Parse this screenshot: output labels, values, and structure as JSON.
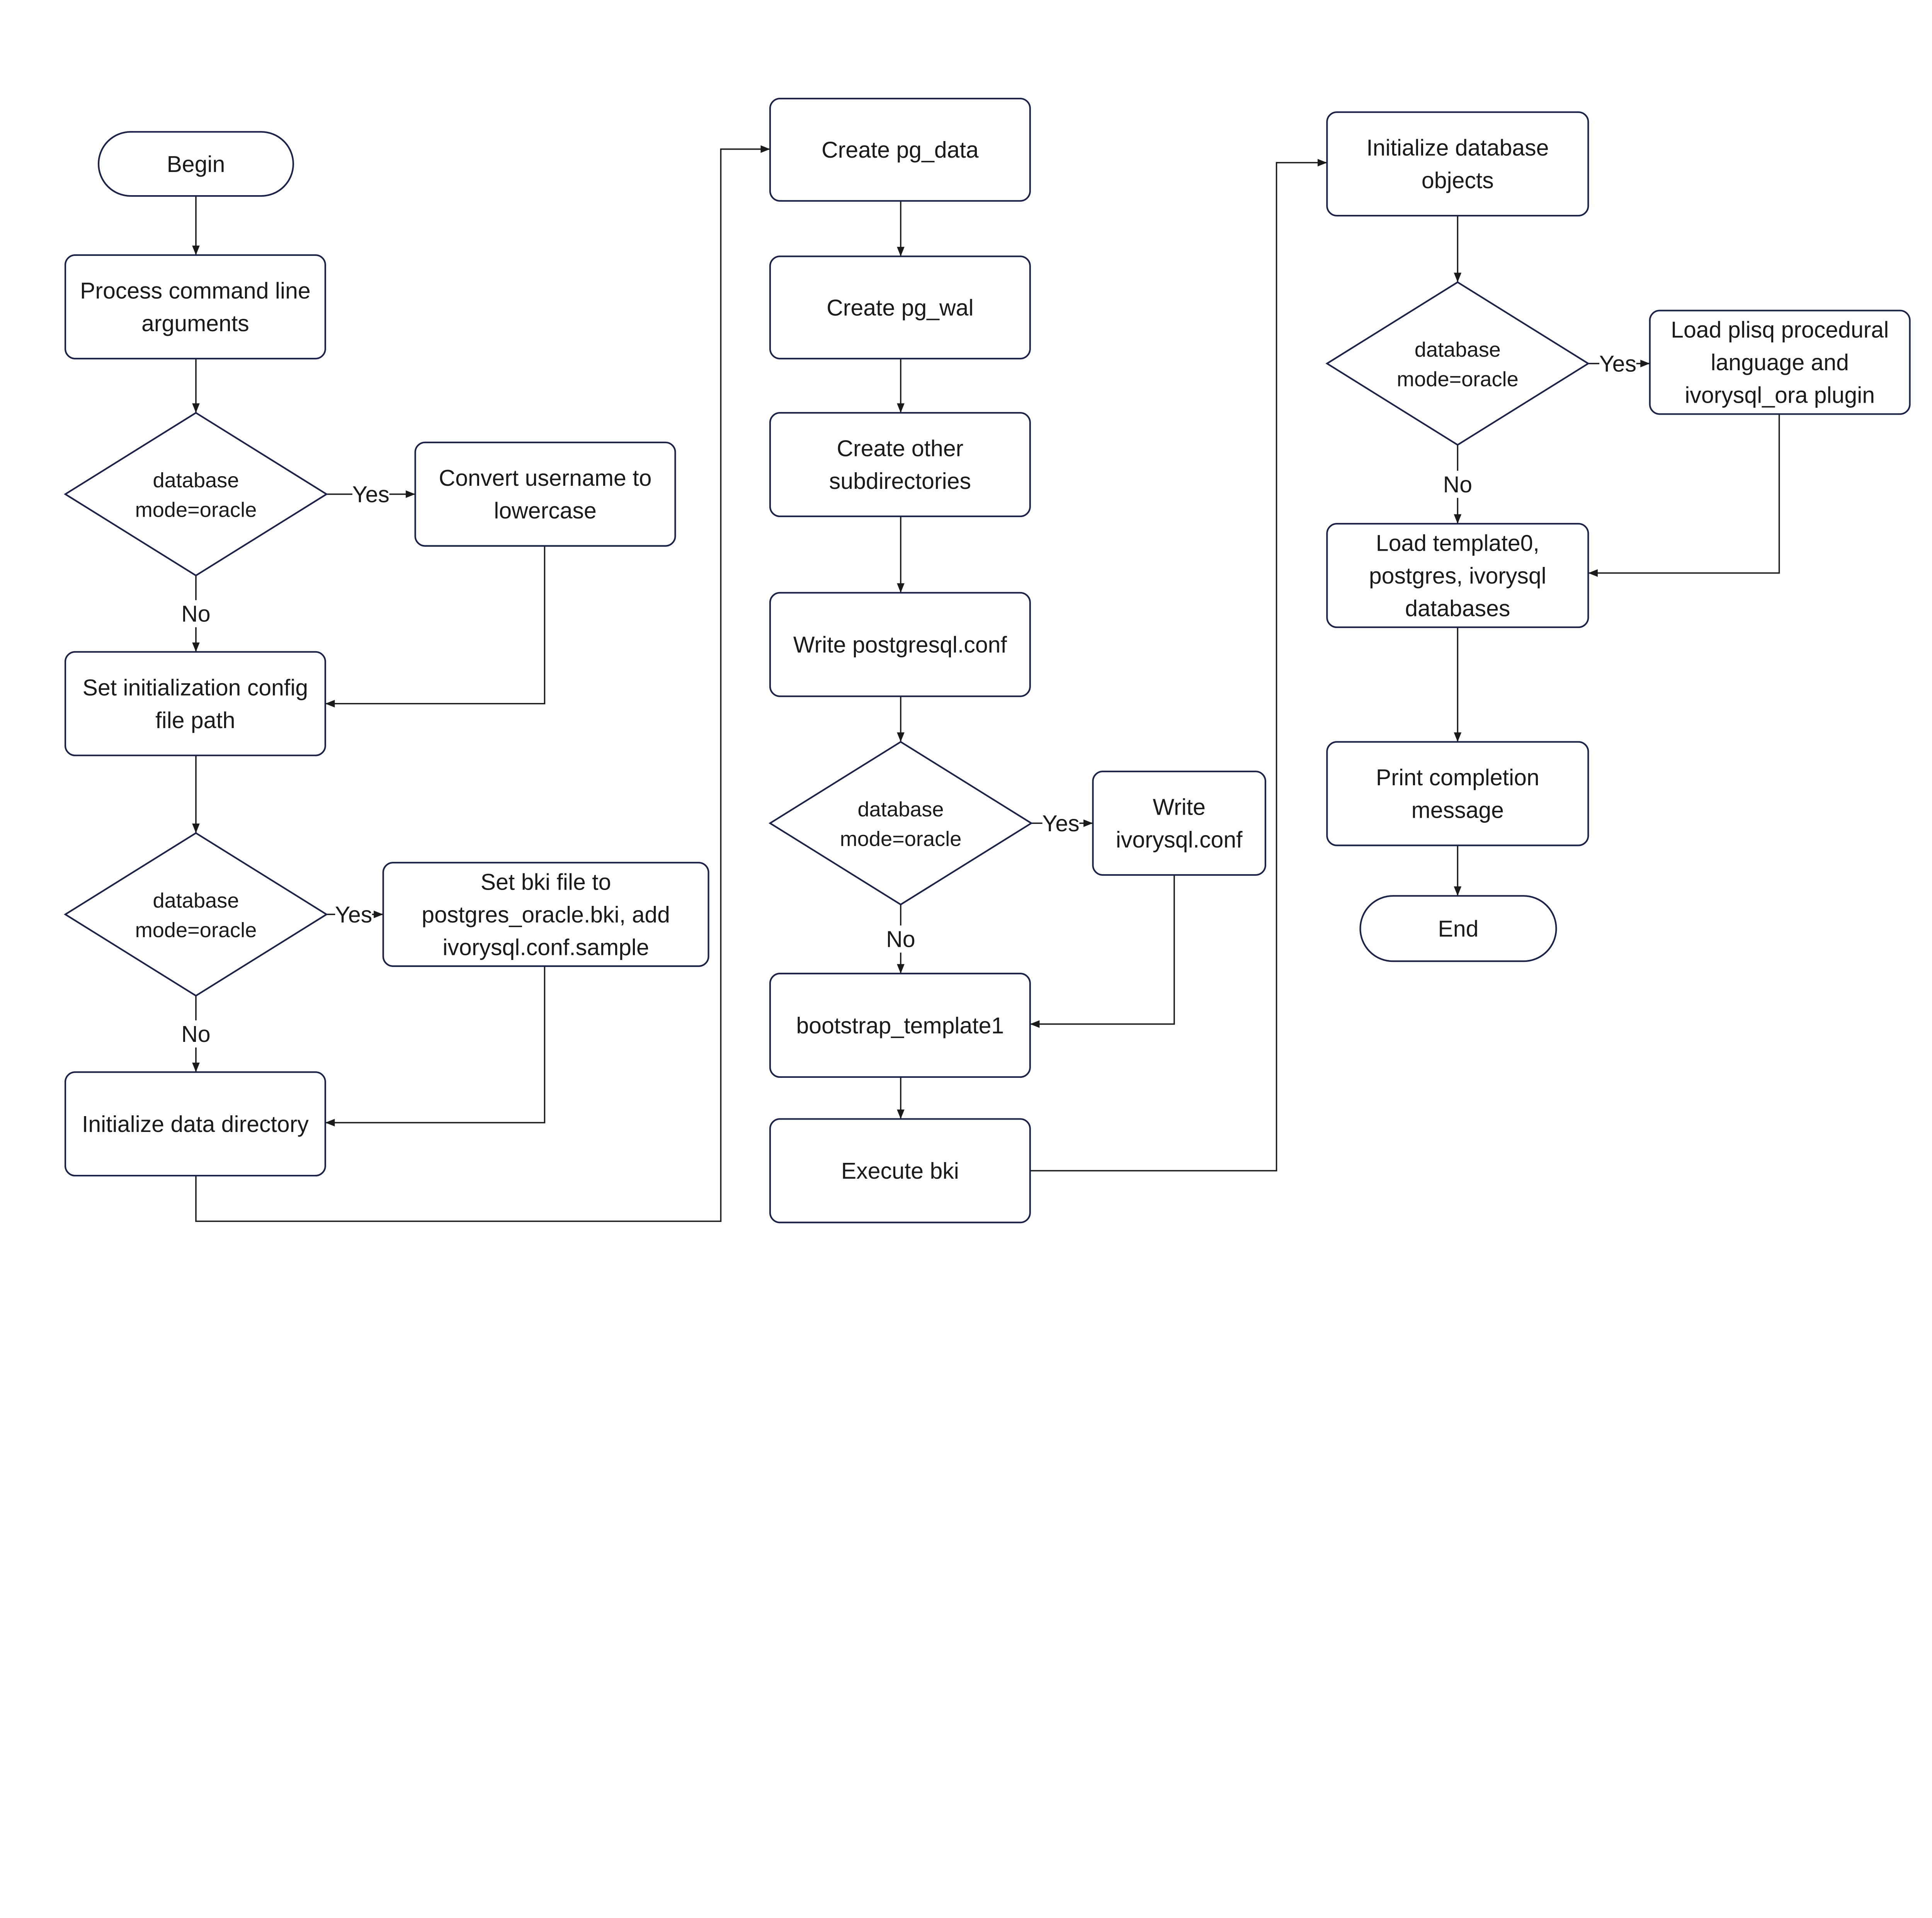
{
  "colors": {
    "border": "#1b2147",
    "line": "#1a1a1a",
    "background": "#ffffff"
  },
  "nodes": {
    "begin": {
      "lines": [
        "Begin"
      ]
    },
    "process_args": {
      "lines": [
        "Process command line",
        "arguments"
      ]
    },
    "decision1": {
      "lines": [
        "database",
        "mode=oracle"
      ]
    },
    "convert_username": {
      "lines": [
        "Convert username to",
        "lowercase"
      ]
    },
    "set_config_path": {
      "lines": [
        "Set initialization config",
        "file path"
      ]
    },
    "decision2": {
      "lines": [
        "database",
        "mode=oracle"
      ]
    },
    "set_bki": {
      "lines": [
        "Set bki file to",
        "postgres_oracle.bki, add",
        "ivorysql.conf.sample"
      ]
    },
    "init_data_dir": {
      "lines": [
        "Initialize data directory"
      ]
    },
    "create_pg_data": {
      "lines": [
        "Create pg_data"
      ]
    },
    "create_pg_wal": {
      "lines": [
        "Create pg_wal"
      ]
    },
    "create_subdirs": {
      "lines": [
        "Create other",
        "subdirectories"
      ]
    },
    "write_postgresql_conf": {
      "lines": [
        "Write postgresql.conf"
      ]
    },
    "decision3": {
      "lines": [
        "database",
        "mode=oracle"
      ]
    },
    "write_ivorysql_conf": {
      "lines": [
        "Write",
        "ivorysql.conf"
      ]
    },
    "bootstrap_template1": {
      "lines": [
        "bootstrap_template1"
      ]
    },
    "execute_bki": {
      "lines": [
        "Execute bki"
      ]
    },
    "init_db_objects": {
      "lines": [
        "Initialize database",
        "objects"
      ]
    },
    "decision4": {
      "lines": [
        "database",
        "mode=oracle"
      ]
    },
    "load_plisql": {
      "lines": [
        "Load plisq procedural",
        "language and",
        "ivorysql_ora plugin"
      ]
    },
    "load_databases": {
      "lines": [
        "Load template0,",
        "postgres, ivorysql",
        "databases"
      ]
    },
    "print_completion": {
      "lines": [
        "Print completion",
        "message"
      ]
    },
    "end": {
      "lines": [
        "End"
      ]
    }
  },
  "edge_labels": {
    "yes": "Yes",
    "no": "No"
  }
}
